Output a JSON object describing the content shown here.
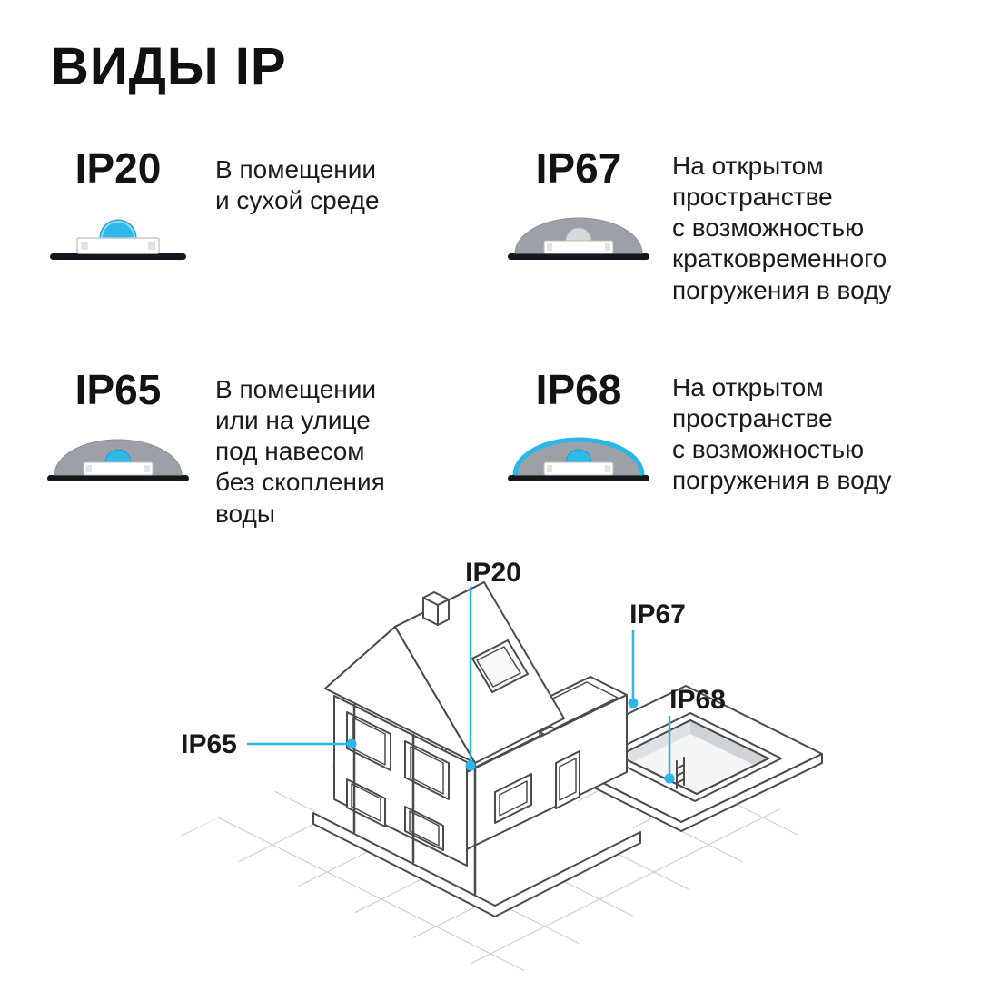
{
  "title": "ВИДЫ IP",
  "accent_color": "#29b6e8",
  "entries": [
    {
      "code": "IP20",
      "desc": "В помещении\nи сухой среде"
    },
    {
      "code": "IP67",
      "desc": "На открытом\nпространстве\nс возможностью\nкратковременного\nпогружения в воду"
    },
    {
      "code": "IP65",
      "desc": "В помещении\nили на улице\nпод навесом\nбез скопления\nводы"
    },
    {
      "code": "IP68",
      "desc": "На открытом\nпространстве\nс возможностью\nпогружения в воду"
    }
  ],
  "diagram": {
    "labels": {
      "ip20": "IP20",
      "ip67": "IP67",
      "ip68": "IP68",
      "ip65": "IP65"
    }
  }
}
